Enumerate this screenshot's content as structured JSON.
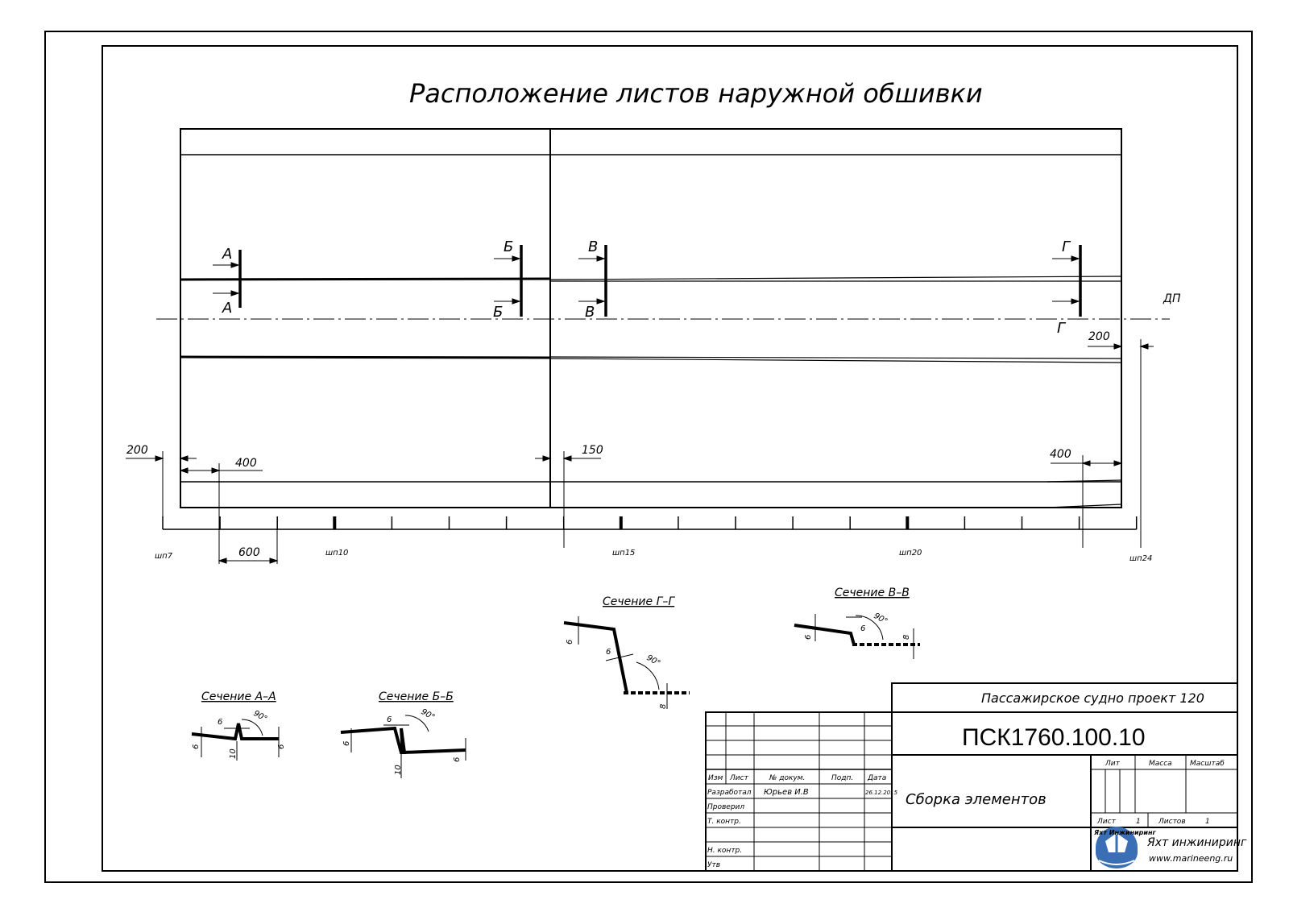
{
  "title": "Расположение листов наружной обшивки",
  "section_marks": {
    "a": "А",
    "b": "Б",
    "v": "В",
    "g": "Г"
  },
  "centerline": "ДП",
  "dimensions": {
    "d200_left": "200",
    "d400_left": "400",
    "d150": "150",
    "d400_right": "400",
    "d200_right": "200",
    "d600": "600"
  },
  "frames": {
    "f7": "шп7",
    "f10": "шп10",
    "f15": "шп15",
    "f20": "шп20",
    "f24": "шп24"
  },
  "sections": {
    "aa": {
      "title": "Сечение А–А",
      "d1": "6",
      "d2": "10",
      "d3": "6",
      "d4": "6",
      "angle": "90°"
    },
    "bb": {
      "title": "Сечение Б–Б",
      "d1": "6",
      "d2": "10",
      "d3": "6",
      "d4": "6",
      "angle": "90°"
    },
    "gg": {
      "title": "Сечение Г–Г",
      "d1": "6",
      "d2": "6",
      "d3": "8",
      "angle": "90°"
    },
    "vv": {
      "title": "Сечение В–В",
      "d1": "6",
      "d2": "6",
      "d3": "8",
      "angle": "90°"
    }
  },
  "title_block": {
    "project": "Пассажирское судно проект 120",
    "doc_number": "ПСК1760.100.10",
    "name": "Сборка элементов",
    "col_izm": "Изм",
    "col_list": "Лист",
    "col_doc": "№ докум.",
    "col_sign": "Подп.",
    "col_date": "Дата",
    "row_developed": "Разработал",
    "row_checked": "Проверил",
    "row_tcontrol": "Т. контр.",
    "row_ncontrol": "Н. контр.",
    "row_approved": "Утв",
    "developer": "Юрьев И.В",
    "date": "26.12.2015",
    "lit": "Лит",
    "mass": "Масса",
    "scale": "Масштаб",
    "sheet_label": "Лист",
    "sheet_value": "1",
    "sheets_label": "Листов",
    "sheets_value": "1",
    "company_logo_text": "Яхт Инжиниринг",
    "company": "Яхт инжиниринг",
    "website": "www.marineeng.ru"
  },
  "colors": {
    "ink": "#000000",
    "logo_blue": "#3a6fb5"
  }
}
